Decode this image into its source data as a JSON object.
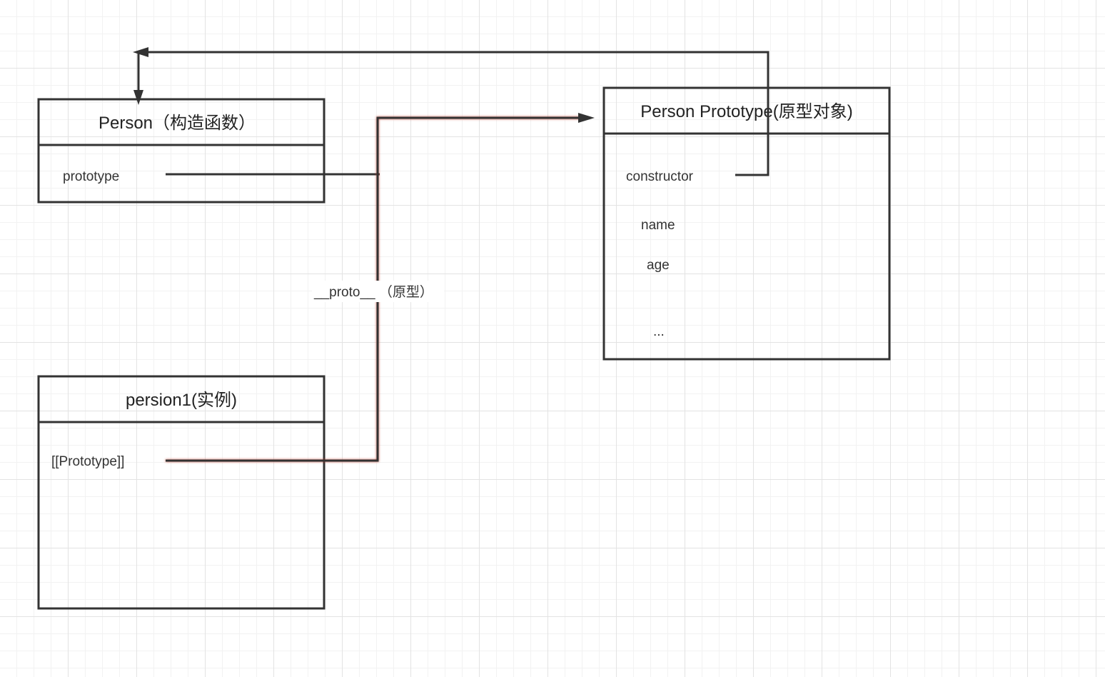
{
  "diagram": {
    "constructor_box": {
      "title": "Person（构造函数）",
      "fields": [
        "prototype"
      ]
    },
    "prototype_box": {
      "title": "Person Prototype(原型对象)",
      "fields": [
        "constructor",
        "name",
        "age",
        "..."
      ]
    },
    "instance_box": {
      "title": "persion1(实例)",
      "fields": [
        "[[Prototype]]"
      ]
    },
    "edges": {
      "proto_label": "__proto__ （原型）"
    }
  },
  "colors": {
    "line": "#333333",
    "text": "#333333",
    "grid_major": "#e3e3e3",
    "grid_minor": "#f2f2f2",
    "highlight": "#c0392b"
  }
}
